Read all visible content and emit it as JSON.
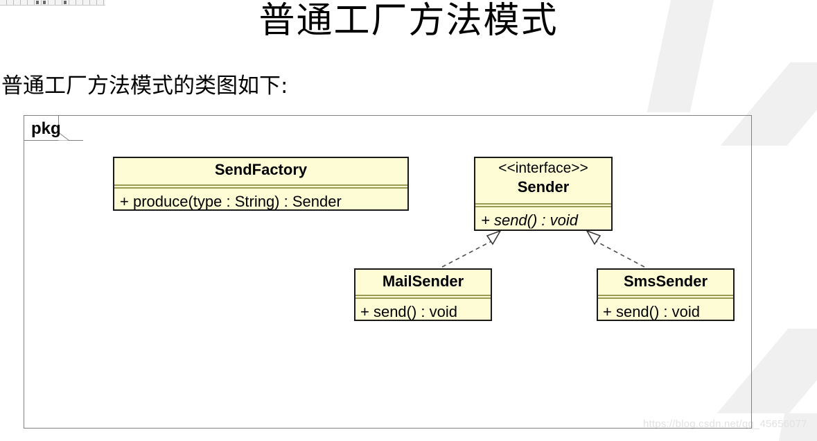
{
  "page": {
    "title": "普通工厂方法模式",
    "subtitle": "普通工厂方法模式的类图如下:"
  },
  "watermark": {
    "url": "https://blog.csdn.net/qq_45656077"
  },
  "diagram": {
    "type": "uml-class-diagram",
    "package_label": "pkg",
    "colors": {
      "class_fill": "#fdfcd5",
      "class_border": "#191919",
      "compartment_separator": "#9a9a52",
      "package_border": "#808080",
      "connector": "#4d4d4d"
    },
    "classes": [
      {
        "id": "sendfactory",
        "name": "SendFactory",
        "stereotype": "",
        "abstract": false,
        "members": [
          {
            "text": "+ produce(type : String) : Sender",
            "abstract": false
          }
        ]
      },
      {
        "id": "sender",
        "name": "Sender",
        "stereotype": "<<interface>>",
        "abstract": true,
        "members": [
          {
            "text": "+ send() : void",
            "abstract": true
          }
        ]
      },
      {
        "id": "mailsender",
        "name": "MailSender",
        "stereotype": "",
        "abstract": false,
        "members": [
          {
            "text": "+ send() : void",
            "abstract": false
          }
        ]
      },
      {
        "id": "smssender",
        "name": "SmsSender",
        "stereotype": "",
        "abstract": false,
        "members": [
          {
            "text": "+ send() : void",
            "abstract": false
          }
        ]
      }
    ],
    "relationships": [
      {
        "from": "MailSender",
        "to": "Sender",
        "kind": "realization",
        "style": "dashed-hollow-triangle"
      },
      {
        "from": "SmsSender",
        "to": "Sender",
        "kind": "realization",
        "style": "dashed-hollow-triangle"
      }
    ]
  }
}
